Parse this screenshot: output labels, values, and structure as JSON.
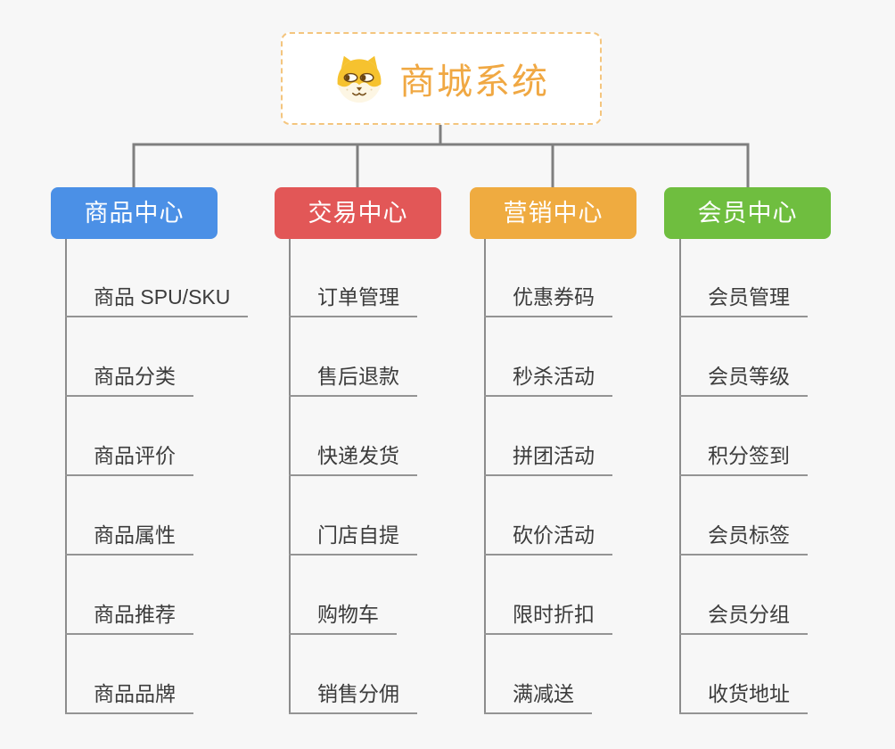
{
  "root": {
    "title": "商城系统",
    "icon": "dog-icon",
    "text_color": "#f0a843",
    "border_color": "#f4c57e"
  },
  "connector_color": "#7f7f7f",
  "branches": [
    {
      "label": "商品中心",
      "color": "#4b90e6",
      "children": [
        "商品 SPU/SKU",
        "商品分类",
        "商品评价",
        "商品属性",
        "商品推荐",
        "商品品牌"
      ]
    },
    {
      "label": "交易中心",
      "color": "#e25757",
      "children": [
        "订单管理",
        "售后退款",
        "快递发货",
        "门店自提",
        "购物车",
        "销售分佣"
      ]
    },
    {
      "label": "营销中心",
      "color": "#efab40",
      "children": [
        "优惠券码",
        "秒杀活动",
        "拼团活动",
        "砍价活动",
        "限时折扣",
        "满减送"
      ]
    },
    {
      "label": "会员中心",
      "color": "#6fbe3f",
      "children": [
        "会员管理",
        "会员等级",
        "积分签到",
        "会员标签",
        "会员分组",
        "收货地址"
      ]
    }
  ]
}
